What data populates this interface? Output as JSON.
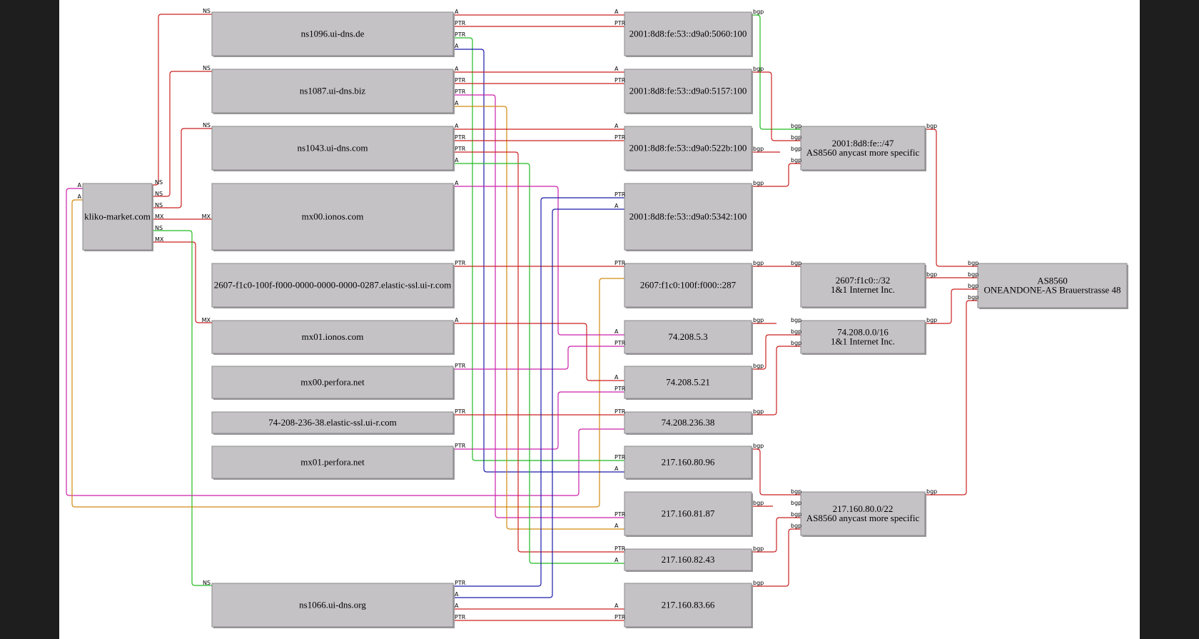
{
  "colors": {
    "background": "#1e1e1e",
    "canvas": "#ffffff",
    "node_fill": "#c4c2c5",
    "red": "#cc2222",
    "green": "#22bb22",
    "blue": "#1a1aaa",
    "orange": "#d08a10",
    "magenta": "#cc22aa"
  },
  "domain": {
    "id": "kliko",
    "label": "kliko-market.com"
  },
  "hosts": [
    {
      "id": "ns1096",
      "label": "ns1096.ui-dns.de"
    },
    {
      "id": "ns1087",
      "label": "ns1087.ui-dns.biz"
    },
    {
      "id": "ns1043",
      "label": "ns1043.ui-dns.com"
    },
    {
      "id": "mx00i",
      "label": "mx00.ionos.com"
    },
    {
      "id": "elastic1",
      "label": "2607-f1c0-100f-f000-0000-0000-0000-0287.elastic-ssl.ui-r.com"
    },
    {
      "id": "mx01i",
      "label": "mx01.ionos.com"
    },
    {
      "id": "mx00p",
      "label": "mx00.perfora.net"
    },
    {
      "id": "elastic2",
      "label": "74-208-236-38.elastic-ssl.ui-r.com"
    },
    {
      "id": "mx01p",
      "label": "mx01.perfora.net"
    },
    {
      "id": "ns1066",
      "label": "ns1066.ui-dns.org"
    }
  ],
  "ips": [
    {
      "id": "ip5060",
      "label": "2001:8d8:fe:53::d9a0:5060:100"
    },
    {
      "id": "ip5157",
      "label": "2001:8d8:fe:53::d9a0:5157:100"
    },
    {
      "id": "ip522b",
      "label": "2001:8d8:fe:53::d9a0:522b:100"
    },
    {
      "id": "ip5342",
      "label": "2001:8d8:fe:53::d9a0:5342:100"
    },
    {
      "id": "ip287",
      "label": "2607:f1c0:100f:f000::287"
    },
    {
      "id": "ip53",
      "label": "74.208.5.3"
    },
    {
      "id": "ip521",
      "label": "74.208.5.21"
    },
    {
      "id": "ip23638",
      "label": "74.208.236.38"
    },
    {
      "id": "ip8096",
      "label": "217.160.80.96"
    },
    {
      "id": "ip8187",
      "label": "217.160.81.87"
    },
    {
      "id": "ip8243",
      "label": "217.160.82.43"
    },
    {
      "id": "ip8366",
      "label": "217.160.83.66"
    }
  ],
  "prefixes": [
    {
      "id": "pfx47",
      "lines": [
        "2001:8d8:fe::/47",
        "AS8560 anycast more specific"
      ]
    },
    {
      "id": "pfx32",
      "lines": [
        "2607:f1c0::/32",
        "1&1 Internet Inc."
      ]
    },
    {
      "id": "pfx16",
      "lines": [
        "74.208.0.0/16",
        "1&1 Internet Inc."
      ]
    },
    {
      "id": "pfx22",
      "lines": [
        "217.160.80.0/22",
        "AS8560 anycast more specific"
      ]
    }
  ],
  "asn": {
    "id": "as8560",
    "lines": [
      "AS8560",
      "ONEANDONE-AS Brauerstrasse 48"
    ]
  },
  "edge_labels": {
    "ns": "NS",
    "mx": "MX",
    "a": "A",
    "ptr": "PTR",
    "bgp": "bgp"
  }
}
